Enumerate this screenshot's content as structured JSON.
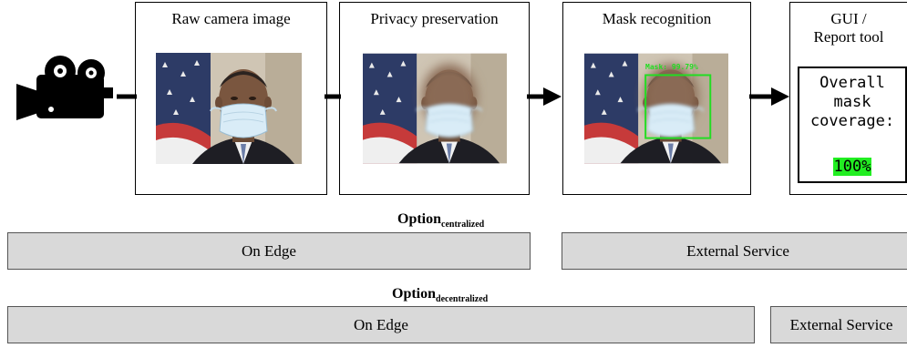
{
  "stages": {
    "raw": {
      "title": "Raw camera image"
    },
    "privacy": {
      "title": "Privacy preservation"
    },
    "mask": {
      "title": "Mask recognition",
      "detection_label": "Mask: 99.79%"
    },
    "gui": {
      "title": "GUI /\nReport tool",
      "display_lines": [
        "Overall",
        "mask",
        "coverage:"
      ],
      "value": "100%"
    }
  },
  "options": {
    "centralized": {
      "label": "Option",
      "sub": "centralized",
      "edge_label": "On Edge",
      "external_label": "External Service"
    },
    "decentralized": {
      "label": "Option",
      "sub": "decentralized",
      "edge_label": "On Edge",
      "external_label": "External Service"
    }
  },
  "colors": {
    "bar_fill": "#d9d9d9",
    "highlight": "#22ee22",
    "detect_box": "#22dd22"
  }
}
